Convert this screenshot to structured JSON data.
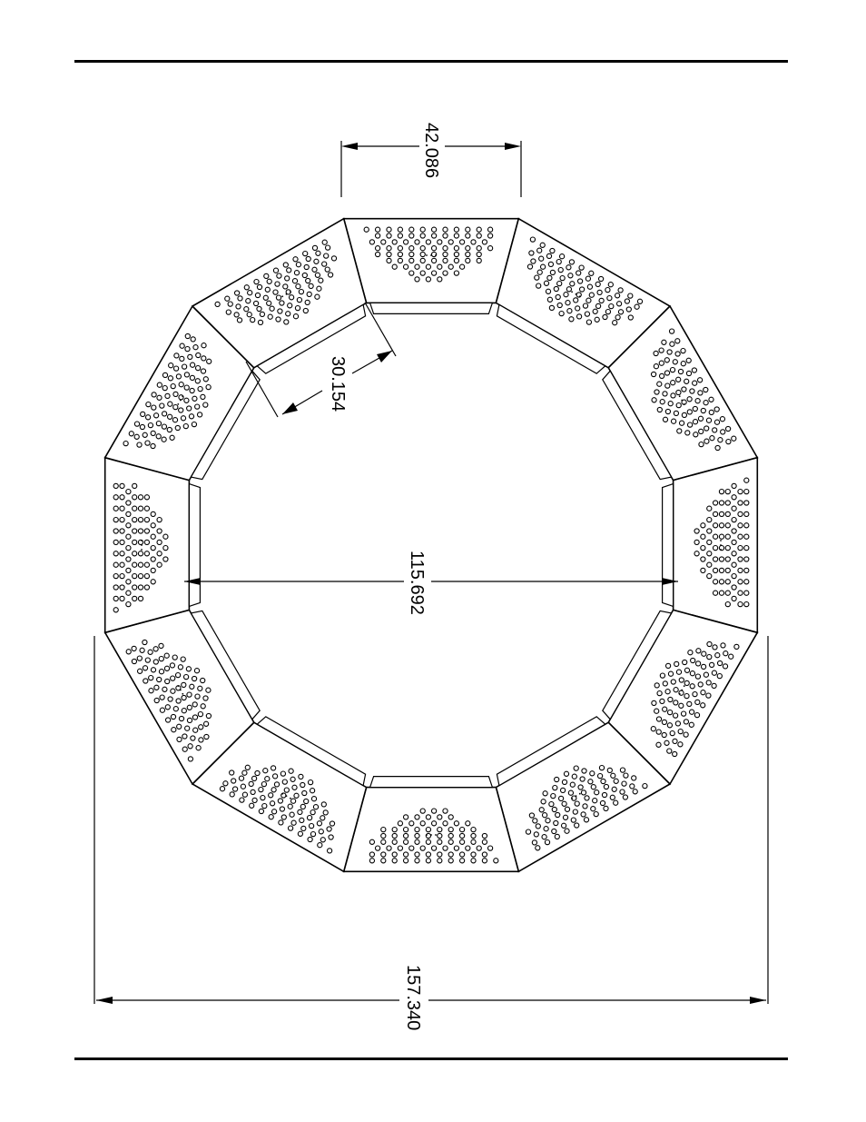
{
  "drawing": {
    "segment_count": 12,
    "dimensions": {
      "segment_width": "42.086",
      "inner_edge_length": "30.154",
      "inner_span": "115.692",
      "outer_span": "157.340"
    }
  }
}
